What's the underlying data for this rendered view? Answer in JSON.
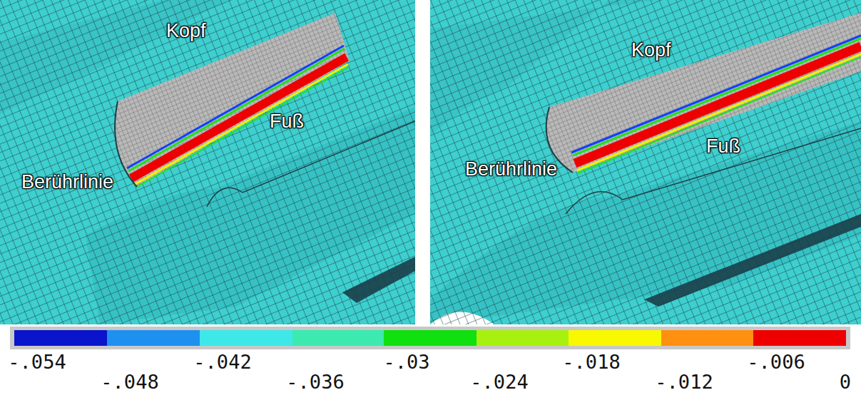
{
  "diagram": {
    "labels": [
      "Kopf",
      "Fuß",
      "Berührlinie",
      "Kopf",
      "Fuß",
      "Berührlinie",
      "-.054",
      "-.048",
      "-.042",
      "-.036",
      "-.03",
      "-.024",
      "-.018",
      "-.012",
      "-.006",
      "0"
    ]
  }
}
